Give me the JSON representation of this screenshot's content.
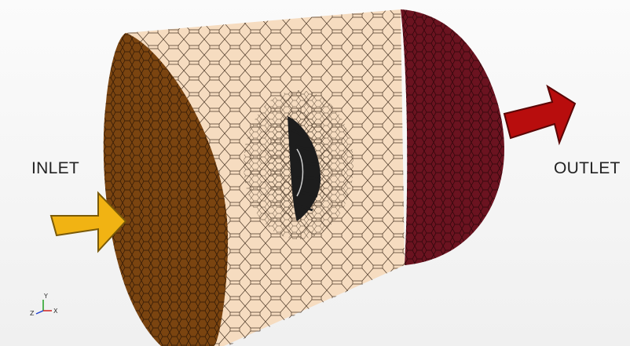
{
  "labels": {
    "inlet": "INLET",
    "outlet": "OUTLET"
  },
  "axes": {
    "x": "X",
    "y": "Y",
    "z": "Z"
  },
  "colors": {
    "inlet_face": "#7a4410",
    "outlet_face": "#6b1320",
    "side_mesh": "#f6dcc0",
    "mesh_lines": "#3a2a1a",
    "impeller": "#1d1d1d",
    "inlet_arrow": "#f1b313",
    "outlet_arrow": "#b80d0d",
    "axis_x": "#d02020",
    "axis_y": "#20a020",
    "axis_z": "#2040d0"
  }
}
